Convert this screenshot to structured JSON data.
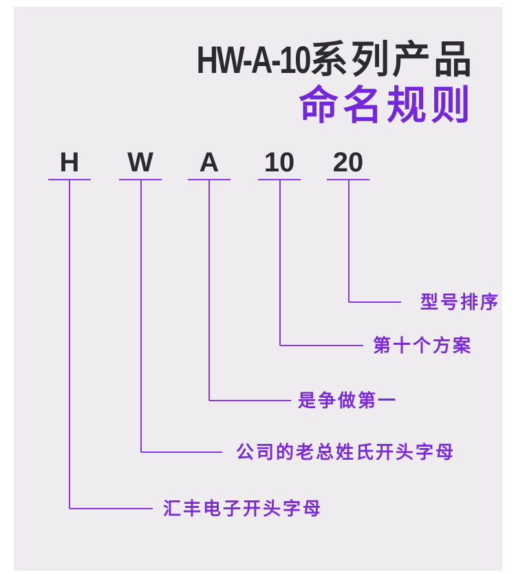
{
  "title": {
    "line1_latin": "HW-A-10",
    "line1_cn": "系列产品",
    "line2": "命名规则"
  },
  "codes": [
    {
      "char": "H",
      "label": "汇丰电子开头字母"
    },
    {
      "char": "W",
      "label": "公司的老总姓氏开头字母"
    },
    {
      "char": "A",
      "label": "是争做第一"
    },
    {
      "char": "10",
      "label": "第十个方案"
    },
    {
      "char": "20",
      "label": "型号排序"
    }
  ],
  "colors": {
    "panel_background": "#EEECEF",
    "dark_text": "#2B2B2F",
    "title_purple": "#7428DB",
    "label_purple": "#7B2BD6",
    "line_purple": "#8636E8"
  }
}
